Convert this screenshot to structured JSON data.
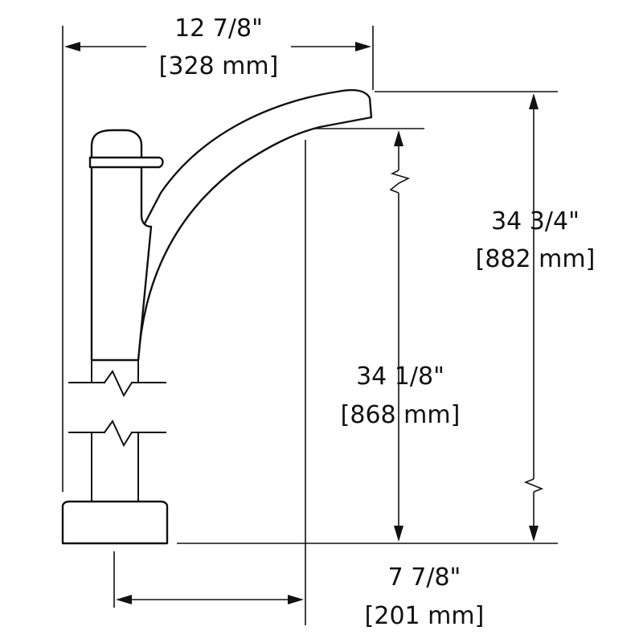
{
  "dimensions": {
    "overall_width": {
      "imperial": "12 7/8\"",
      "metric": "[328 mm]"
    },
    "total_height": {
      "imperial": "34 3/4\"",
      "metric": "[882 mm]"
    },
    "spout_height": {
      "imperial": "34 1/8\"",
      "metric": "[868 mm]"
    },
    "spout_reach": {
      "imperial": "7 7/8\"",
      "metric": "[201 mm]"
    }
  }
}
